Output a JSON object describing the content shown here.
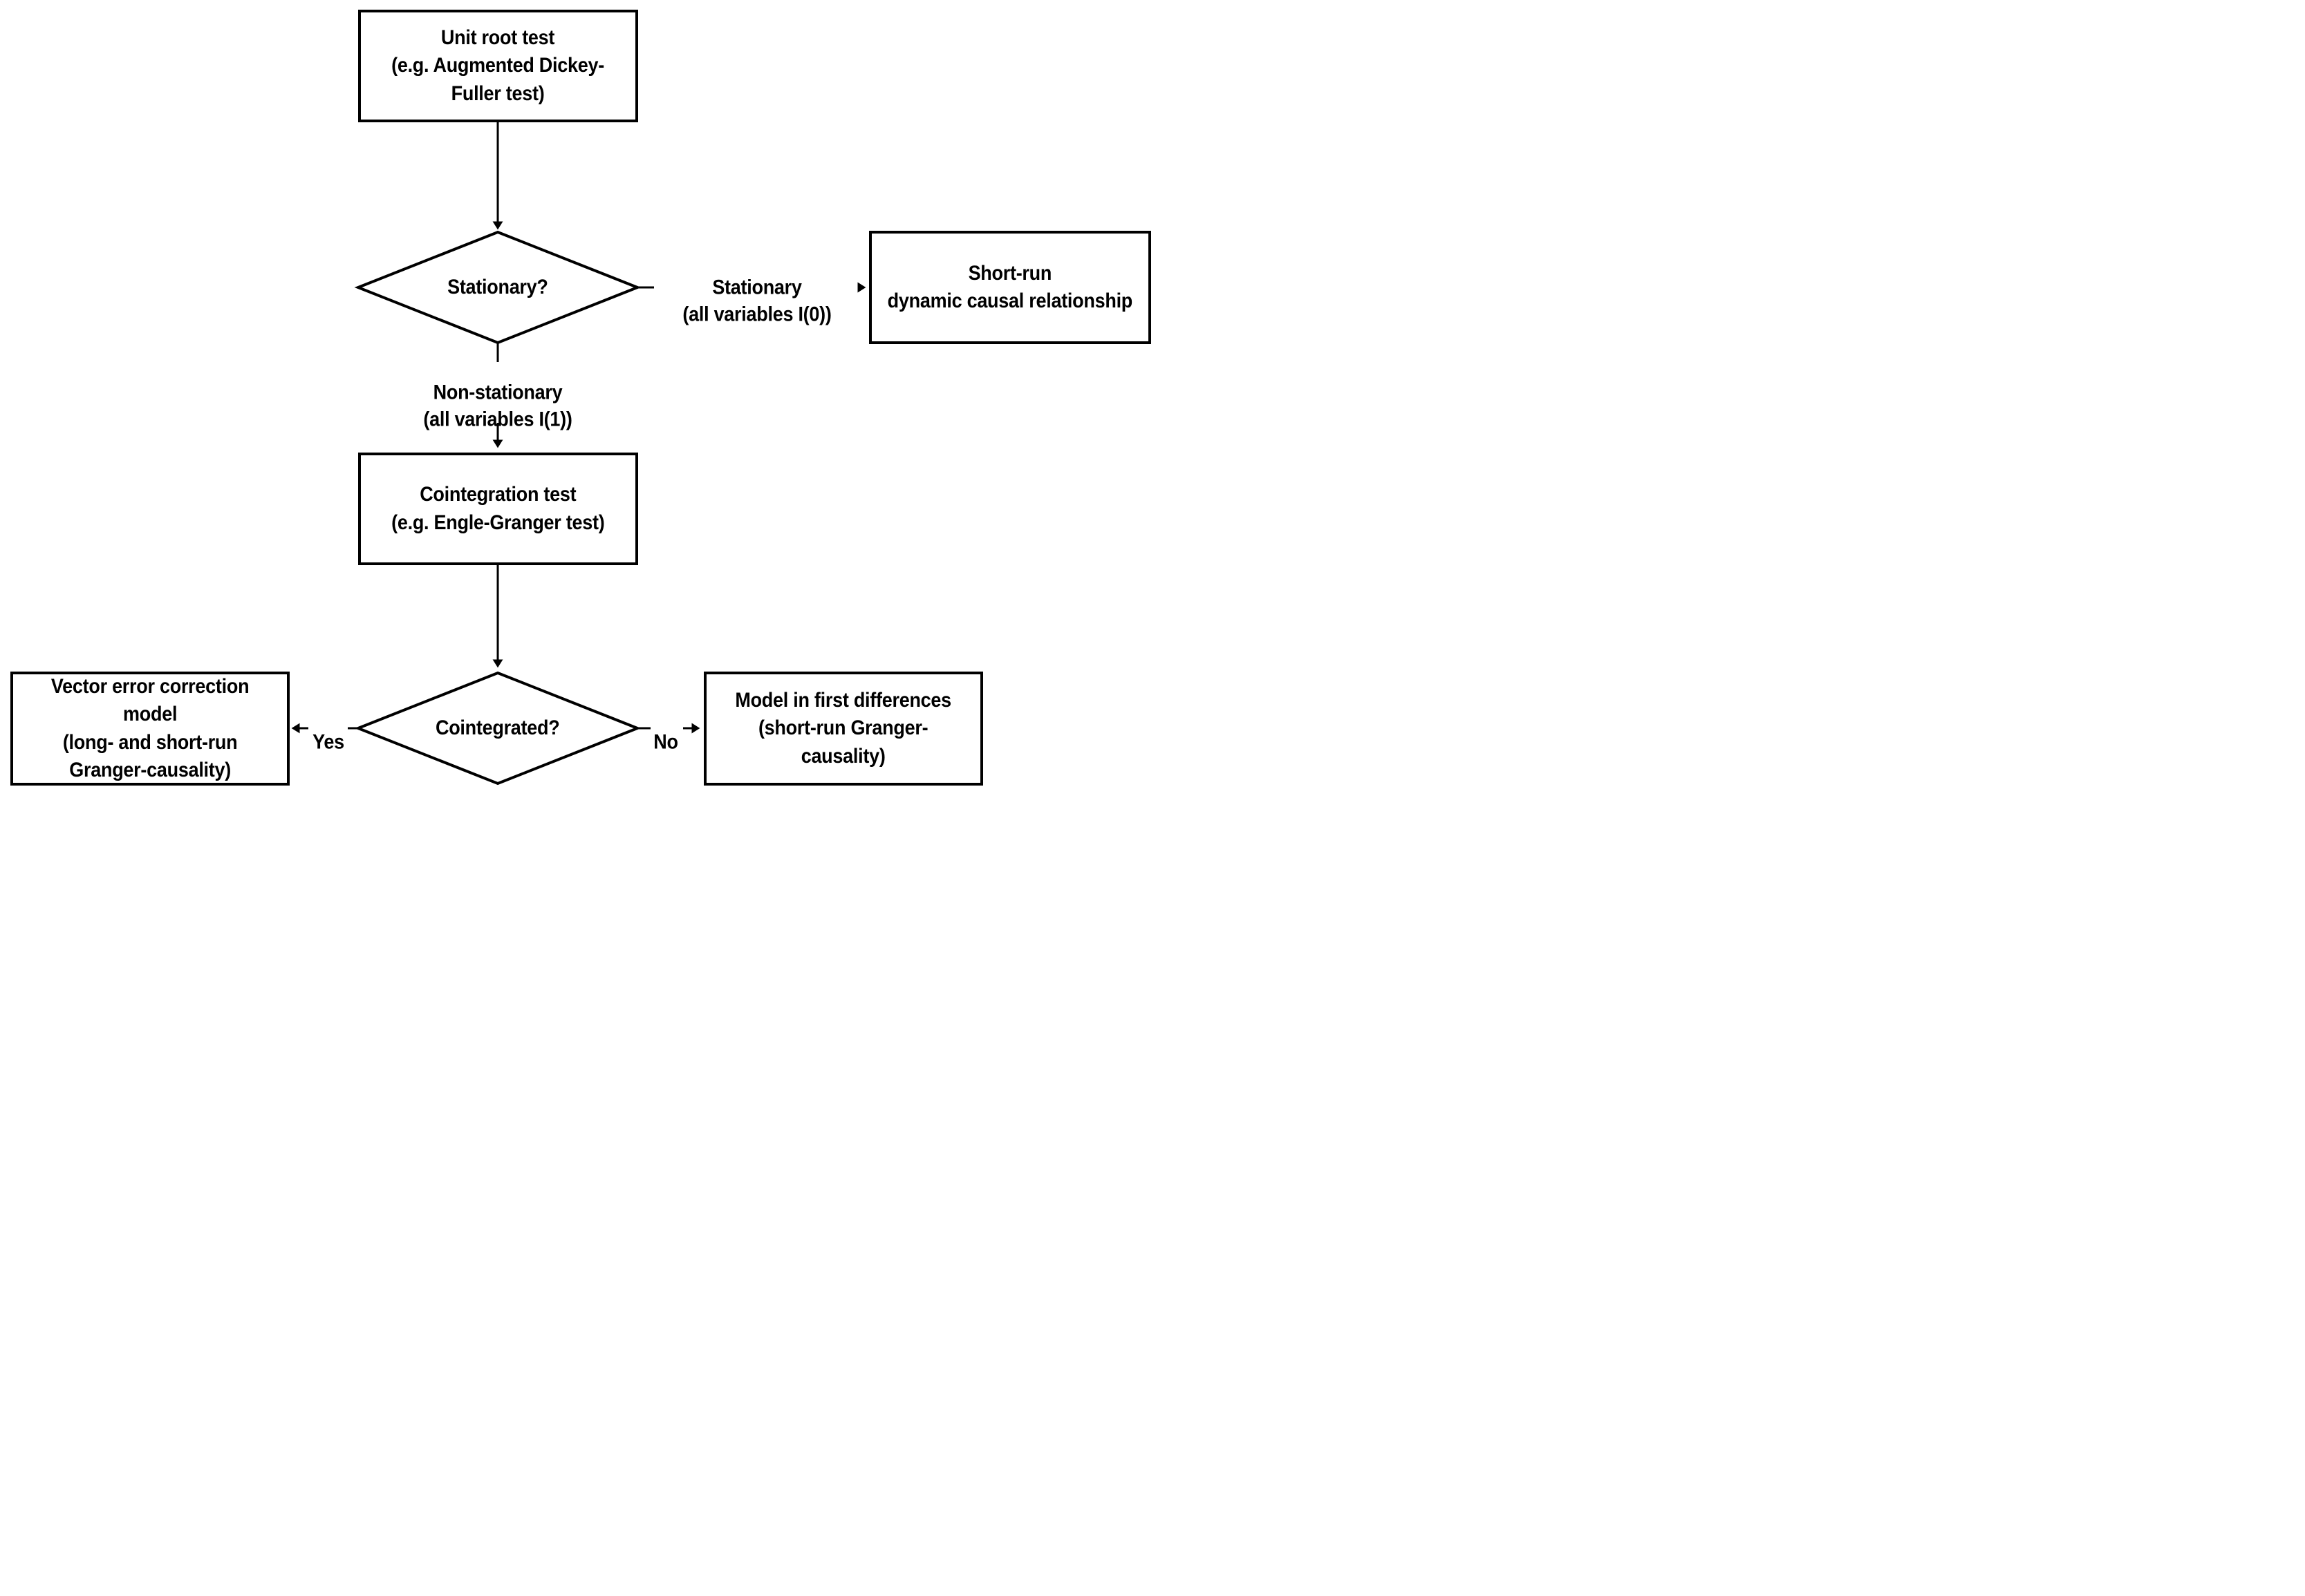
{
  "diagram": {
    "nodes": {
      "unit_root_test": {
        "type": "process",
        "label": "Unit root test\n(e.g. Augmented Dickey-\nFuller test)"
      },
      "stationary_decision": {
        "type": "decision",
        "label": "Stationary?"
      },
      "short_run_dynamic": {
        "type": "process",
        "label": "Short-run\ndynamic causal relationship"
      },
      "cointegration_test": {
        "type": "process",
        "label": "Cointegration test\n(e.g. Engle-Granger test)"
      },
      "cointegrated_decision": {
        "type": "decision",
        "label": "Cointegrated?"
      },
      "vector_error_correction": {
        "type": "process",
        "label": "Vector error correction\nmodel\n(long- and short-run\nGranger-causality)"
      },
      "first_differences": {
        "type": "process",
        "label": "Model in first differences\n(short-run Granger-\ncausality)"
      }
    },
    "edge_labels": {
      "stationary": "Stationary\n(all variables I(0))",
      "non_stationary": "Non-stationary\n(all variables I(1))",
      "yes": "Yes",
      "no": "No"
    },
    "colors": {
      "line": "#000000",
      "background": "#ffffff",
      "text": "#000000"
    }
  }
}
